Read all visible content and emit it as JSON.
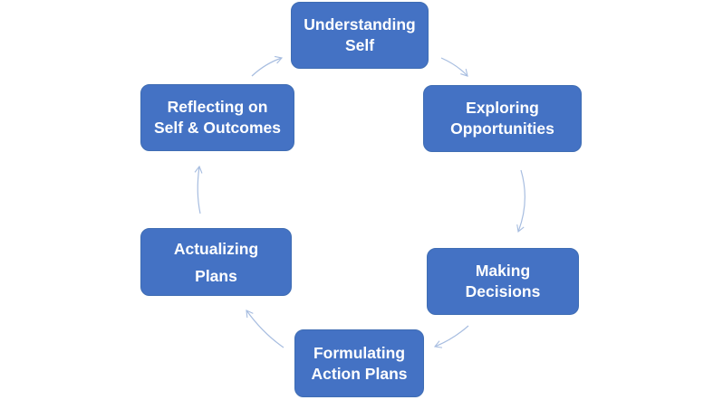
{
  "diagram": {
    "type": "cycle",
    "colors": {
      "node_fill": "#4472c4",
      "node_text": "#ffffff",
      "arrow": "#a7bde0"
    },
    "nodes": [
      {
        "line1": "Understanding",
        "line2": "Self"
      },
      {
        "line1": "Exploring",
        "line2": "Opportunities"
      },
      {
        "line1": "Making",
        "line2": "Decisions"
      },
      {
        "line1": "Formulating",
        "line2": "Action Plans"
      },
      {
        "line1": "Actualizing",
        "line2": "Plans"
      },
      {
        "line1": "Reflecting on",
        "line2": "Self & Outcomes"
      }
    ],
    "edges": [
      {
        "from": 0,
        "to": 1
      },
      {
        "from": 1,
        "to": 2
      },
      {
        "from": 2,
        "to": 3
      },
      {
        "from": 3,
        "to": 4
      },
      {
        "from": 4,
        "to": 5
      },
      {
        "from": 5,
        "to": 0
      }
    ]
  }
}
